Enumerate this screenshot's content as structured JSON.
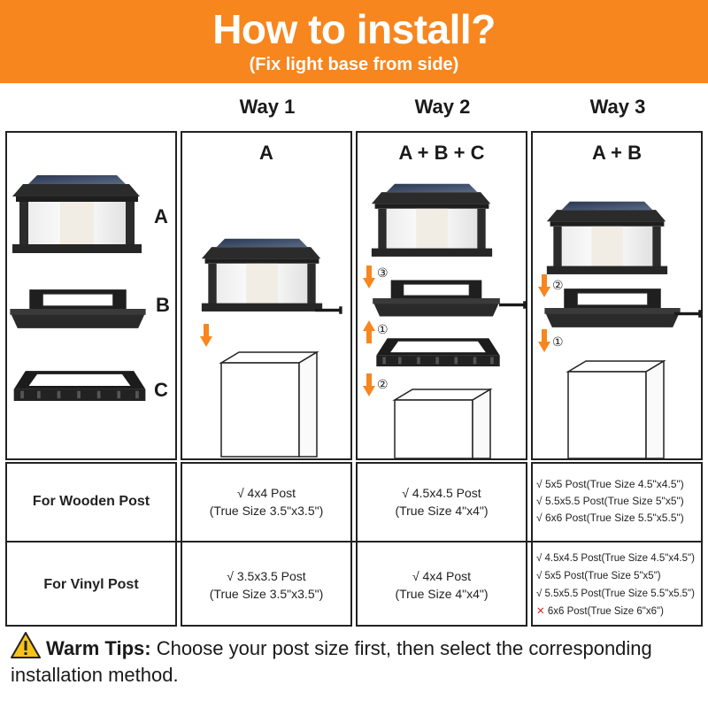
{
  "header": {
    "title": "How to install?",
    "subtitle": "(Fix light base from side)"
  },
  "ways": [
    "Way 1",
    "Way 2",
    "Way 3"
  ],
  "parts_panel": {
    "labels": [
      "A",
      "B",
      "C"
    ]
  },
  "methods": [
    {
      "combo": "A",
      "steps": []
    },
    {
      "combo": "A + B + C",
      "steps": [
        "③",
        "①",
        "②"
      ]
    },
    {
      "combo": "A + B",
      "steps": [
        "②",
        "①"
      ]
    }
  ],
  "table": {
    "rows": [
      {
        "label": "For Wooden Post",
        "way1": {
          "line1": "√  4x4 Post",
          "line2": "(True Size 3.5\"x3.5\")"
        },
        "way2": {
          "line1": "√  4.5x4.5 Post",
          "line2": "(True Size 4\"x4\")"
        },
        "way3": [
          {
            "mark": "√",
            "text": "5x5 Post(True Size 4.5\"x4.5\")"
          },
          {
            "mark": "√",
            "text": "5.5x5.5 Post(True Size 5\"x5\")"
          },
          {
            "mark": "√",
            "text": "6x6 Post(True Size 5.5\"x5.5\")"
          }
        ]
      },
      {
        "label": "For Vinyl Post",
        "way1": {
          "line1": "√  3.5x3.5 Post",
          "line2": "(True Size 3.5\"x3.5\")"
        },
        "way2": {
          "line1": "√  4x4 Post",
          "line2": "(True Size 4\"x4\")"
        },
        "way3": [
          {
            "mark": "√",
            "text": "4.5x4.5 Post(True Size 4.5\"x4.5\")"
          },
          {
            "mark": "√",
            "text": "5x5 Post(True Size 5\"x5\")"
          },
          {
            "mark": "√",
            "text": "5.5x5.5 Post(True Size 5.5\"x5.5\")"
          },
          {
            "mark": "✕",
            "text": "6x6 Post(True Size  6\"x6\")"
          }
        ]
      }
    ]
  },
  "tips": {
    "label": "Warm Tips:",
    "text": " Choose your post size first, then select the corresponding installation method."
  },
  "colors": {
    "accent": "#f7861e",
    "cross": "#e0231b",
    "lamp": "#2b2b2b"
  }
}
